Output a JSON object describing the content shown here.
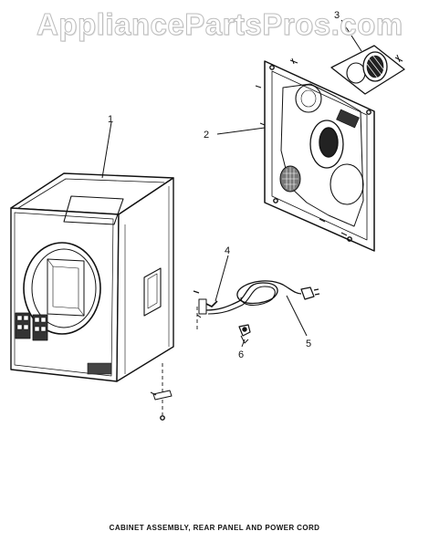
{
  "watermark": "AppliancePartsPros.com",
  "caption": "CABINET ASSEMBLY, REAR PANEL AND POWER CORD",
  "callouts": [
    "1",
    "2",
    "3",
    "4",
    "5",
    "6"
  ]
}
